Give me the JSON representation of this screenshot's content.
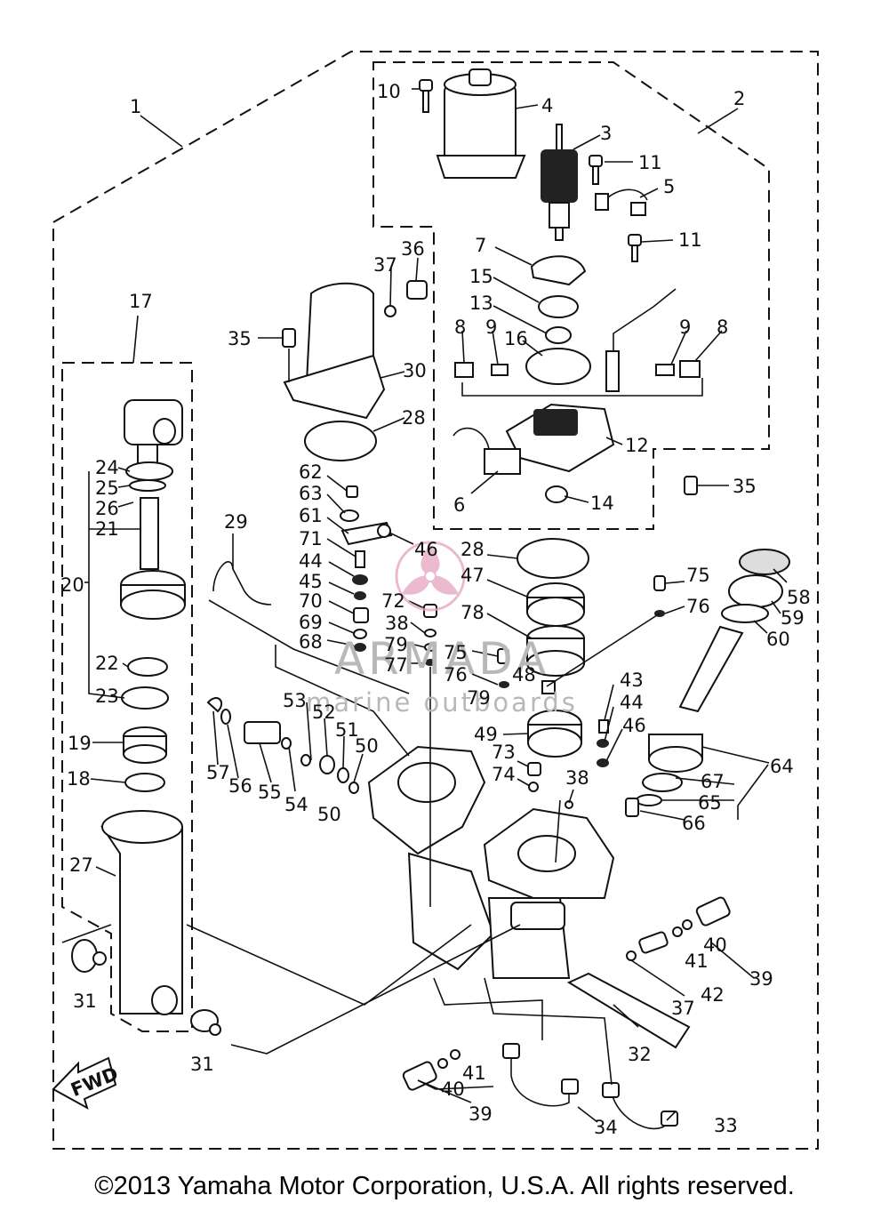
{
  "diagram": {
    "callouts": [
      "1",
      "2",
      "3",
      "4",
      "5",
      "6",
      "7",
      "8",
      "8",
      "9",
      "9",
      "10",
      "11",
      "11",
      "12",
      "13",
      "14",
      "15",
      "16",
      "17",
      "18",
      "19",
      "20",
      "21",
      "22",
      "23",
      "24",
      "25",
      "26",
      "27",
      "28",
      "28",
      "29",
      "30",
      "31",
      "31",
      "32",
      "33",
      "34",
      "35",
      "35",
      "36",
      "37",
      "37",
      "38",
      "38",
      "39",
      "39",
      "40",
      "40",
      "41",
      "41",
      "42",
      "43",
      "44",
      "44",
      "45",
      "46",
      "46",
      "47",
      "48",
      "49",
      "50",
      "50",
      "51",
      "52",
      "53",
      "54",
      "55",
      "56",
      "57",
      "58",
      "59",
      "60",
      "61",
      "62",
      "63",
      "64",
      "65",
      "66",
      "67",
      "68",
      "69",
      "70",
      "71",
      "72",
      "73",
      "74",
      "75",
      "75",
      "76",
      "76",
      "77",
      "78",
      "79",
      "79"
    ],
    "direction_label": "FWD"
  },
  "watermark": {
    "brand": "ARMADA",
    "tagline": "marine outboards",
    "accent_color": "#e6a3c0"
  },
  "footer": {
    "copyright": "©2013 Yamaha Motor Corporation, U.S.A. All rights reserved."
  }
}
